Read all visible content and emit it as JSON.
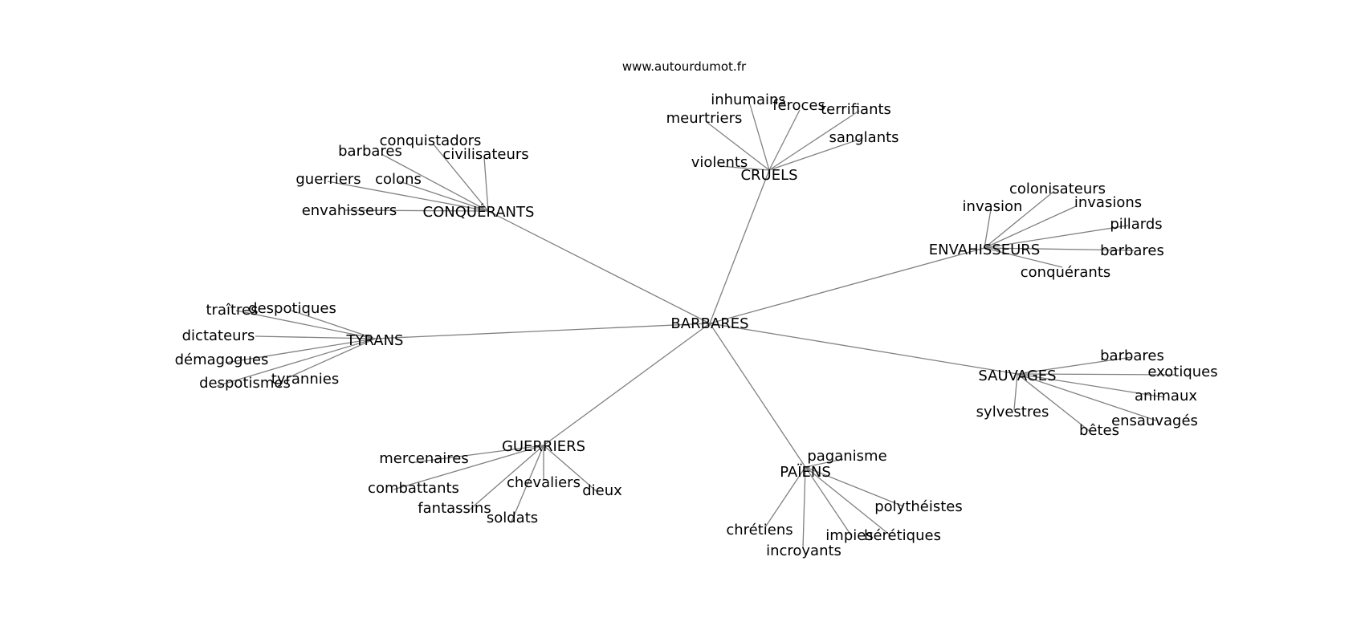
{
  "source": "www.autourdumot.fr",
  "center": "BARBARES",
  "groups": [
    {
      "label": "CONQUÉRANTS",
      "words": [
        "conquistadors",
        "barbares",
        "civilisateurs",
        "guerriers",
        "colons",
        "envahisseurs"
      ]
    },
    {
      "label": "CRUELS",
      "words": [
        "inhumains",
        "féroces",
        "terrifiants",
        "meurtriers",
        "sanglants",
        "violents"
      ]
    },
    {
      "label": "ENVAHISSEURS",
      "words": [
        "colonisateurs",
        "invasion",
        "invasions",
        "pillards",
        "barbares",
        "conquérants"
      ]
    },
    {
      "label": "TYRANS",
      "words": [
        "traîtres",
        "despotiques",
        "dictateurs",
        "démagogues",
        "despotismes",
        "tyrannies"
      ]
    },
    {
      "label": "SAUVAGES",
      "words": [
        "barbares",
        "exotiques",
        "animaux",
        "sylvestres",
        "ensauvagés",
        "bêtes"
      ]
    },
    {
      "label": "GUERRIERS",
      "words": [
        "mercenaires",
        "combattants",
        "chevaliers",
        "dieux",
        "fantassins",
        "soldats"
      ]
    },
    {
      "label": "PAÏENS",
      "words": [
        "paganisme",
        "polythéistes",
        "chrétiens",
        "impies",
        "hérétiques",
        "incroyants"
      ]
    }
  ]
}
